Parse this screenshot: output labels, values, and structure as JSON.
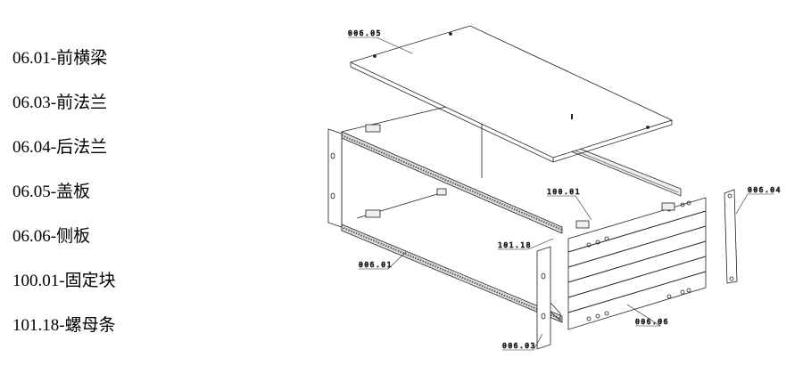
{
  "parts_list": [
    "06.01-前横梁",
    "06.03-前法兰",
    "06.04-后法兰",
    "06.05-盖板",
    "06.06-侧板",
    "100.01-固定块",
    "101.18-螺母条"
  ],
  "callouts": {
    "cover": "006.05",
    "block": "100.01",
    "nut_strip": "101.18",
    "front_beam": "006.01",
    "front_flange": "006.03",
    "side_panel": "006.06",
    "rear_flange": "006.04"
  }
}
